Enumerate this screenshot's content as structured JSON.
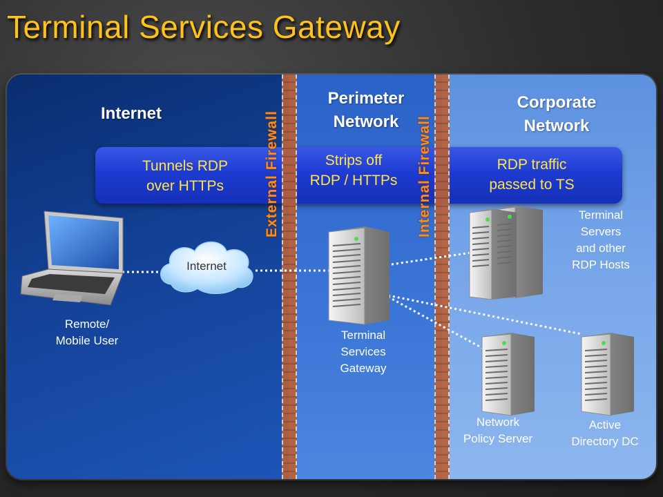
{
  "title": "Terminal Services Gateway",
  "zones": {
    "internet": "Internet",
    "perimeter": [
      "Perimeter",
      "Network"
    ],
    "corporate": [
      "Corporate",
      "Network"
    ]
  },
  "band": {
    "internet": [
      "Tunnels RDP",
      "over HTTPs"
    ],
    "perimeter": [
      "Strips off",
      "RDP / HTTPs"
    ],
    "corporate": [
      "RDP  traffic",
      "passed to TS"
    ]
  },
  "firewalls": {
    "external": "External Firewall",
    "internal": "Internal Firewall"
  },
  "nodes": {
    "remote_user": [
      "Remote/",
      "Mobile User"
    ],
    "cloud": "Internet",
    "gateway": [
      "Terminal",
      "Services",
      "Gateway"
    ],
    "terminal_servers": [
      "Terminal",
      "Servers",
      "and other",
      "RDP Hosts"
    ],
    "nps": [
      "Network",
      "Policy Server"
    ],
    "ad": [
      "Active",
      "Directory DC"
    ]
  },
  "colors": {
    "title": "#ffc21a",
    "band_text": "#ffe44a",
    "firewall_label": "#ff8c1a"
  }
}
